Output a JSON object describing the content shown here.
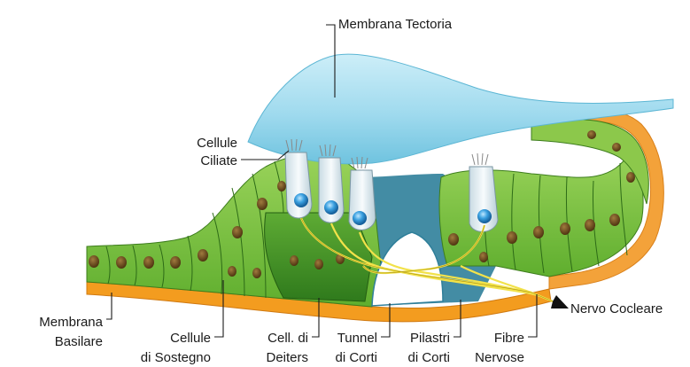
{
  "labels": {
    "membrana_tectoria": "Membrana Tectoria",
    "cellule_ciliate": [
      "Cellule",
      "Ciliate"
    ],
    "membrana_basilare": [
      "Membrana",
      "Basilare"
    ],
    "cellule_di_sostegno": [
      "Cellule",
      "di Sostegno"
    ],
    "cell_di_deiters": [
      "Cell. di",
      "Deiters"
    ],
    "tunnel_di_corti": [
      "Tunnel",
      "di Corti"
    ],
    "pilastri_di_corti": [
      "Pilastri",
      "di Corti"
    ],
    "fibre_nervose": [
      "Fibre",
      "Nervose"
    ],
    "nervo_cocleare": "Nervo Cocleare"
  },
  "colors": {
    "tectorial_membrane": "#a8dff0",
    "support_cells": "#7cc242",
    "deiters_cells": "#4e9a2a",
    "nuclei": "#6b4a1c",
    "basilar_membrane": "#f39c1f",
    "pillar_tunnel": "#2f7f9a",
    "hair_cells": "#e8f3f8",
    "nerve_fibers": "#f2e24a"
  }
}
